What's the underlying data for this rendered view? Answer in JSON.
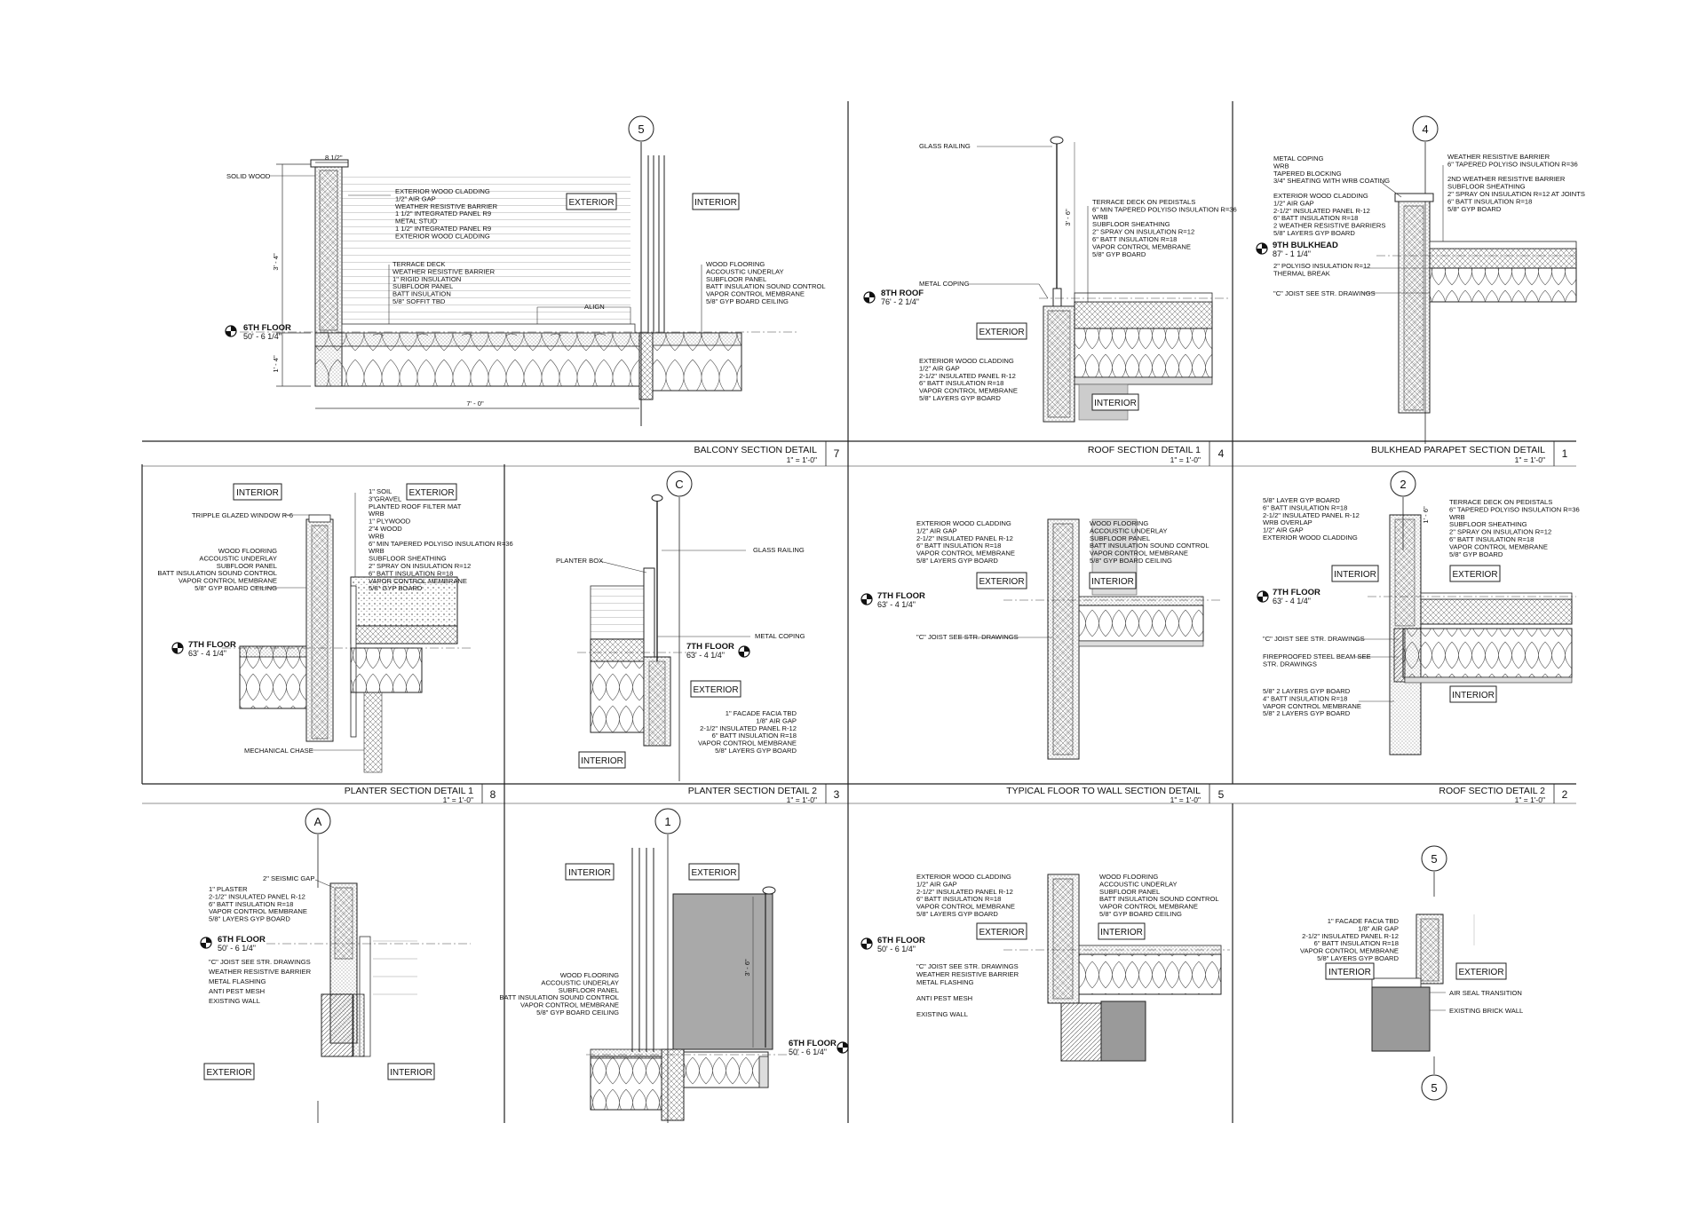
{
  "sheet": {
    "frames": [
      {
        "title": "BALCONY SECTION DETAIL",
        "scale": "1\" = 1'-0\"",
        "number": "7"
      },
      {
        "title": "ROOF SECTION DETAIL 1",
        "scale": "1\" = 1'-0\"",
        "number": "4"
      },
      {
        "title": "BULKHEAD PARAPET SECTION DETAIL",
        "scale": "1\" = 1'-0\"",
        "number": "1"
      },
      {
        "title": "PLANTER SECTION DETAIL 1",
        "scale": "1\" = 1'-0\"",
        "number": "8"
      },
      {
        "title": "PLANTER SECTION DETAIL 2",
        "scale": "1\" = 1'-0\"",
        "number": "3"
      },
      {
        "title": "TYPICAL FLOOR TO WALL SECTION DETAIL",
        "scale": "1\" = 1'-0\"",
        "number": "5"
      },
      {
        "title": "ROOF SECTIO DETAIL 2",
        "scale": "1\" = 1'-0\"",
        "number": "2"
      }
    ]
  },
  "d7": {
    "bubble": "5",
    "dim_top": "8 1/2\"",
    "dim_left1": "3' - 4\"",
    "dim_left2": "1' - 4\"",
    "dim_bottom": "7' - 0\"",
    "solid_wood": "SOLID WOOD",
    "notes_a": [
      "EXTERIOR WOOD CLADDING",
      "1/2\" AIR GAP",
      "WEATHER RESISTIVE BARRIER",
      "1 1/2\" INTEGRATED PANEL R9",
      "METAL STUD",
      "1 1/2\" INTEGRATED PANEL R9",
      "EXTERIOR WOOD CLADDING"
    ],
    "notes_b": [
      "TERRACE DECK",
      "WEATHER RESISTIVE BARRIER",
      "1\" RIGID INSULATION",
      "SUBFLOOR PANEL",
      "BATT INSULATION",
      "5/8\" SOFFIT TBD"
    ],
    "notes_c": [
      "WOOD FLOORING",
      "ACCOUSTIC UNDERLAY",
      "SUBFLOOR PANEL",
      "BATT INSULATION SOUND CONTROL",
      "VAPOR CONTROL MEMBRANE",
      "5/8\" GYP BOARD CEILING"
    ],
    "align": "ALIGN",
    "exterior": "EXTERIOR",
    "interior": "INTERIOR",
    "level_name": "6TH FLOOR",
    "level_elev": "50' - 6 1/4\""
  },
  "d4": {
    "glass_railing": "GLASS RAILING",
    "dim": "3' - 6\"",
    "notes_a": [
      "TERRACE DECK ON PEDISTALS",
      "6\" MIN TAPERED POLYISO INSULATION R=36",
      "WRB",
      "SUBFLOOR SHEATHING",
      "2\" SPRAY ON INSULATION R=12",
      "6\" BATT INSULATION R=18",
      "VAPOR CONTROL MEMBRANE",
      "5/8\" GYP BOARD"
    ],
    "metal_coping": "METAL COPING",
    "level_name": "8TH ROOF",
    "level_elev": "76' - 2 1/4\"",
    "exterior": "EXTERIOR",
    "interior": "INTERIOR",
    "notes_b": [
      "EXTERIOR WOOD CLADDING",
      "1/2\" AIR GAP",
      "2-1/2\" INSULATED PANEL R-12",
      "6\" BATT INSULATION R=18",
      "VAPOR CONTROL MEMBRANE",
      "5/8\" LAYERS GYP BOARD"
    ]
  },
  "d1": {
    "bubble": "4",
    "notes_a": [
      "METAL COPING",
      "WRB",
      "TAPERED BLOCKING",
      "3/4\" SHEATING WITH WRB COATING",
      "",
      "EXTERIOR WOOD CLADDING",
      "1/2\" AIR GAP",
      "2-1/2\" INSULATED PANEL R-12",
      "6\" BATT INSULATION R=18",
      "2 WEATHER RESISTIVE BARRIERS",
      "5/8\" LAYERS GYP BOARD"
    ],
    "notes_b": [
      "WEATHER RESISTIVE BARRIER",
      "6\" TAPERED POLYISO INSULATION R=36",
      "",
      "2ND WEATHER RESISTIVE BARRIER",
      "SUBFLOOR SHEATHING",
      "2\" SPRAY ON INSULATION R=12 AT JOINTS",
      "6\" BATT INSULATION R=18",
      "5/8\" GYP BOARD"
    ],
    "level_name": "9TH BULKHEAD",
    "level_elev": "87' - 1 1/4\"",
    "notes_c": [
      "2\" POLYISO INSULATION R=12",
      "THERMAL BREAK"
    ],
    "joist": "\"C\" JOIST SEE STR. DRAWINGS"
  },
  "d8": {
    "interior": "INTERIOR",
    "exterior": "EXTERIOR",
    "window": "TRIPPLE GLAZED WINDOW R-6",
    "notes_a": [
      "1\" SOIL",
      "3\"GRAVEL",
      "PLANTED ROOF FILTER MAT",
      "WRB",
      "1\" PLYWOOD",
      "2\"4 WOOD",
      "WRB",
      "6\" MIN TAPERED POLYISO INSULATION R=36",
      "WRB",
      "SUBFLOOR SHEATHING",
      "2\" SPRAY ON INSULATION R=12",
      "6\" BATT INSULATION R=18",
      "VAPOR CONTROL MEMBRANE",
      "5/8\" GYP BOARD"
    ],
    "notes_b": [
      "WOOD FLOORING",
      "ACCOUSTIC UNDERLAY",
      "SUBFLOOR PANEL",
      "BATT INSULATION SOUND CONTROL",
      "VAPOR CONTROL MEMBRANE",
      "5/8\" GYP BOARD CEILING"
    ],
    "level_name": "7TH FLOOR",
    "level_elev": "63' - 4 1/4\"",
    "chase": "MECHANICAL CHASE"
  },
  "d3": {
    "bubble": "C",
    "glass_railing": "GLASS RAILING",
    "planter_box": "PLANTER BOX",
    "metal_coping": "METAL COPING",
    "level_name": "7TH FLOOR",
    "level_elev": "63' - 4 1/4\"",
    "exterior": "EXTERIOR",
    "interior": "INTERIOR",
    "notes": [
      "1\" FACADE FACIA TBD",
      "1/8\" AIR GAP",
      "2-1/2\" INSULATED PANEL R-12",
      "6\" BATT INSULATION R=18",
      "VAPOR CONTROL MEMBRANE",
      "5/8\" LAYERS GYP BOARD"
    ]
  },
  "d5": {
    "notes_a": [
      "EXTERIOR WOOD CLADDING",
      "1/2\" AIR GAP",
      "2-1/2\" INSULATED PANEL R-12",
      "6\" BATT INSULATION R=18",
      "VAPOR CONTROL MEMBRANE",
      "5/8\" LAYERS GYP BOARD"
    ],
    "notes_b": [
      "WOOD FLOORING",
      "ACCOUSTIC UNDERLAY",
      "SUBFLOOR PANEL",
      "BATT INSULATION SOUND CONTROL",
      "VAPOR CONTROL MEMBRANE",
      "5/8\" GYP BOARD CEILING"
    ],
    "exterior": "EXTERIOR",
    "interior": "INTERIOR",
    "level_name": "7TH FLOOR",
    "level_elev": "63' - 4 1/4\"",
    "joist": "\"C\" JOIST SEE STR. DRAWINGS"
  },
  "d2": {
    "bubble": "2",
    "dim": "1' - 6\"",
    "notes_a": [
      "5/8\" LAYER GYP BOARD",
      "6\" BATT INSULATION R=18",
      "2-1/2\" INSULATED PANEL R-12",
      "WRB OVERLAP",
      "1/2\" AIR GAP",
      "EXTERIOR WOOD CLADDING"
    ],
    "notes_b": [
      "TERRACE DECK ON PEDISTALS",
      "6\" TAPERED POLYISO INSULATION R=36",
      "WRB",
      "SUBFLOOR SHEATHING",
      "2\" SPRAY ON INSULATION R=12",
      "6\" BATT INSULATION R=18",
      "VAPOR CONTROL MEMBRANE",
      "5/8\" GYP BOARD"
    ],
    "interior": "INTERIOR",
    "exterior": "EXTERIOR",
    "level_name": "7TH FLOOR",
    "level_elev": "63' - 4 1/4\"",
    "joist": "\"C\" JOIST SEE STR. DRAWINGS",
    "beam": [
      "FIREPROOFED STEEL BEAM SEE",
      "STR. DRAWINGS"
    ],
    "notes_c": [
      "5/8\" 2 LAYERS GYP BOARD",
      "4\" BATT INSULATION R=18",
      "VAPOR CONTROL MEMBRANE",
      "5/8\" 2 LAYERS GYP BOARD"
    ],
    "interior2": "INTERIOR"
  },
  "dA": {
    "bubble": "A",
    "seismic": "2\" SEISMIC GAP",
    "notes": [
      "1\" PLASTER",
      "2-1/2\" INSULATED PANEL R-12",
      "6\" BATT INSULATION R=18",
      "VAPOR CONTROL MEMBRANE",
      "5/8\" LAYERS GYP BOARD"
    ],
    "level_name": "6TH FLOOR",
    "level_elev": "50' - 6 1/4\"",
    "notes_b": [
      "\"C\" JOIST SEE STR. DRAWINGS",
      "WEATHER RESISTIVE BARRIER",
      "METAL FLASHING",
      "ANTI PEST MESH",
      "EXISTING WALL"
    ],
    "exterior": "EXTERIOR",
    "interior": "INTERIOR"
  },
  "d1b": {
    "bubble": "1",
    "interior": "INTERIOR",
    "exterior": "EXTERIOR",
    "dim": "3' - 6\"",
    "notes": [
      "WOOD FLOORING",
      "ACCOUSTIC UNDERLAY",
      "SUBFLOOR PANEL",
      "BATT INSULATION SOUND CONTROL",
      "VAPOR CONTROL MEMBRANE",
      "5/8\" GYP BOARD CEILING"
    ],
    "level_name": "6TH FLOOR",
    "level_elev": "50' - 6 1/4\""
  },
  "d5b": {
    "notes_a": [
      "EXTERIOR WOOD CLADDING",
      "1/2\" AIR GAP",
      "2-1/2\" INSULATED PANEL R-12",
      "6\" BATT INSULATION R=18",
      "VAPOR CONTROL MEMBRANE",
      "5/8\" LAYERS GYP BOARD"
    ],
    "notes_b": [
      "WOOD FLOORING",
      "ACCOUSTIC UNDERLAY",
      "SUBFLOOR PANEL",
      "BATT INSULATION SOUND CONTROL",
      "VAPOR CONTROL MEMBRANE",
      "5/8\" GYP BOARD CEILING"
    ],
    "exterior": "EXTERIOR",
    "interior": "INTERIOR",
    "level_name": "6TH FLOOR",
    "level_elev": "50' - 6 1/4\"",
    "notes_c": [
      "\"C\" JOIST SEE STR. DRAWINGS",
      "WEATHER RESISTIVE BARRIER",
      "METAL FLASHING",
      "",
      "ANTI PEST MESH",
      "",
      "EXISTING WALL"
    ]
  },
  "d5c": {
    "bubble_top": "5",
    "bubble_bottom": "5",
    "notes": [
      "1\" FACADE FACIA TBD",
      "1/8\" AIR GAP",
      "2-1/2\" INSULATED PANEL R-12",
      "6\" BATT INSULATION R=18",
      "VAPOR CONTROL MEMBRANE",
      "5/8\" LAYERS GYP BOARD"
    ],
    "interior": "INTERIOR",
    "exterior": "EXTERIOR",
    "air_seal": "AIR SEAL TRANSITION",
    "brick": "EXISTING BRICK WALL"
  }
}
